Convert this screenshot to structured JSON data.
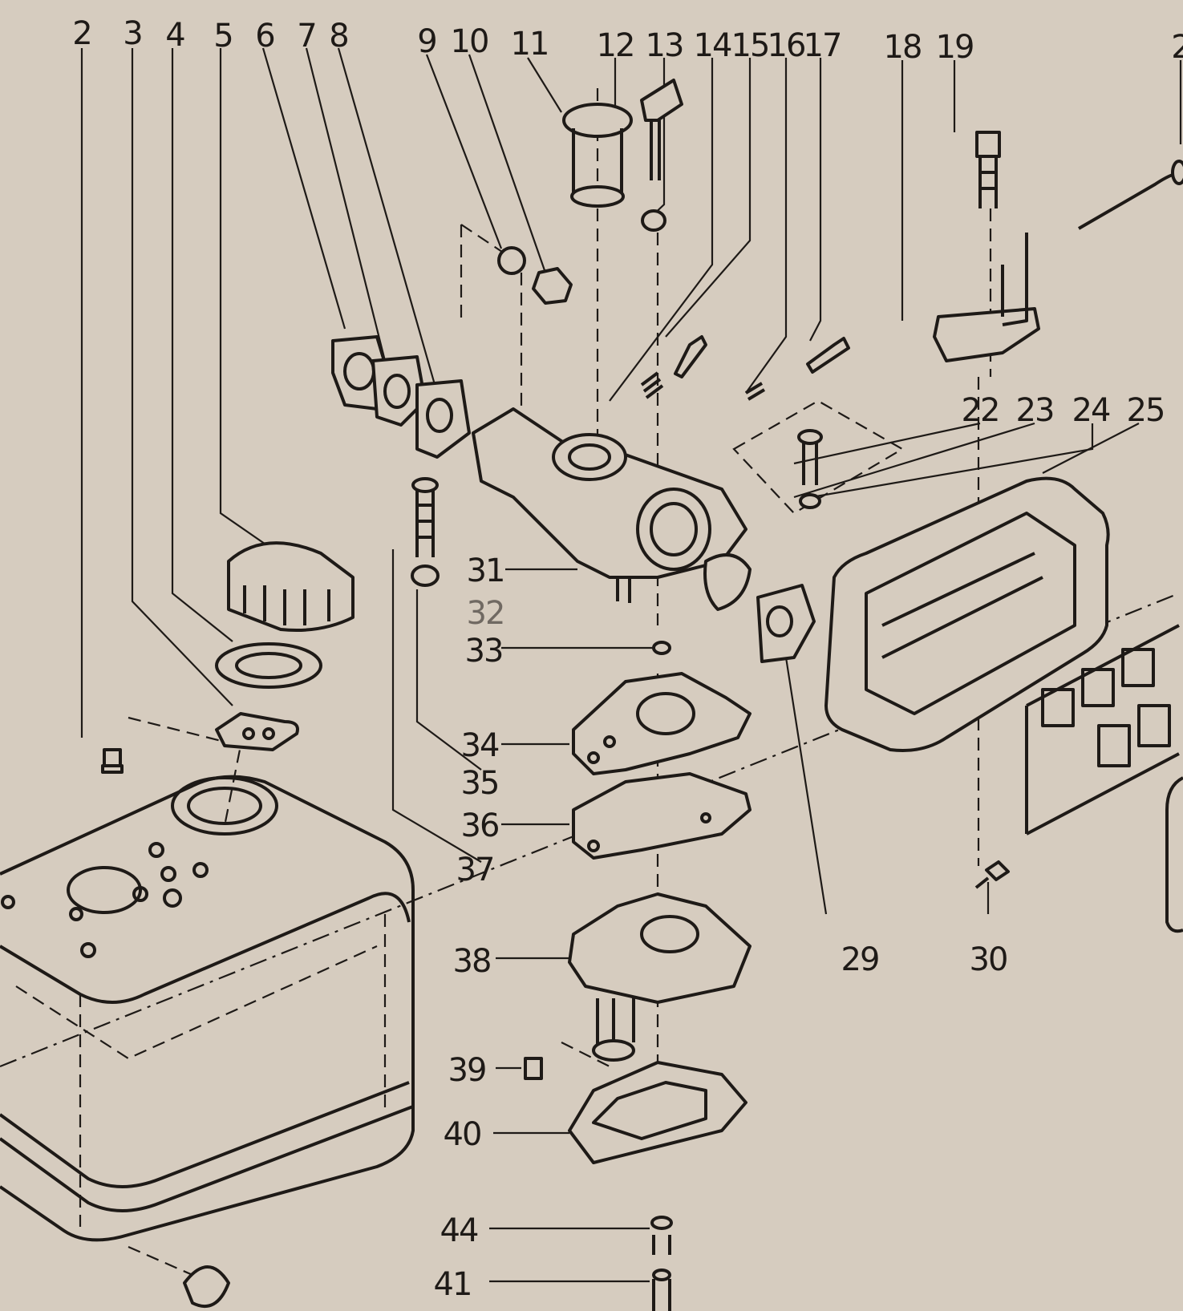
{
  "diagram": {
    "type": "exploded parts diagram",
    "callouts": {
      "c2": "2",
      "c3": "3",
      "c4": "4",
      "c5": "5",
      "c6": "6",
      "c7": "7",
      "c8": "8",
      "c9": "9",
      "c10": "10",
      "c11": "11",
      "c12": "12",
      "c13": "13",
      "c14": "14",
      "c15": "15",
      "c16": "16",
      "c17": "17",
      "c18": "18",
      "c19": "19",
      "c2x": "2",
      "c22": "22",
      "c23": "23",
      "c24": "24",
      "c25": "25",
      "c29": "29",
      "c30": "30",
      "c31": "31",
      "c32": "32",
      "c33": "33",
      "c34": "34",
      "c35": "35",
      "c36": "36",
      "c37": "37",
      "c38": "38",
      "c39": "39",
      "c40": "40",
      "c41": "41",
      "c44": "44"
    },
    "colors": {
      "paper": "#d6ccbf",
      "ink": "#1e1a17"
    }
  }
}
